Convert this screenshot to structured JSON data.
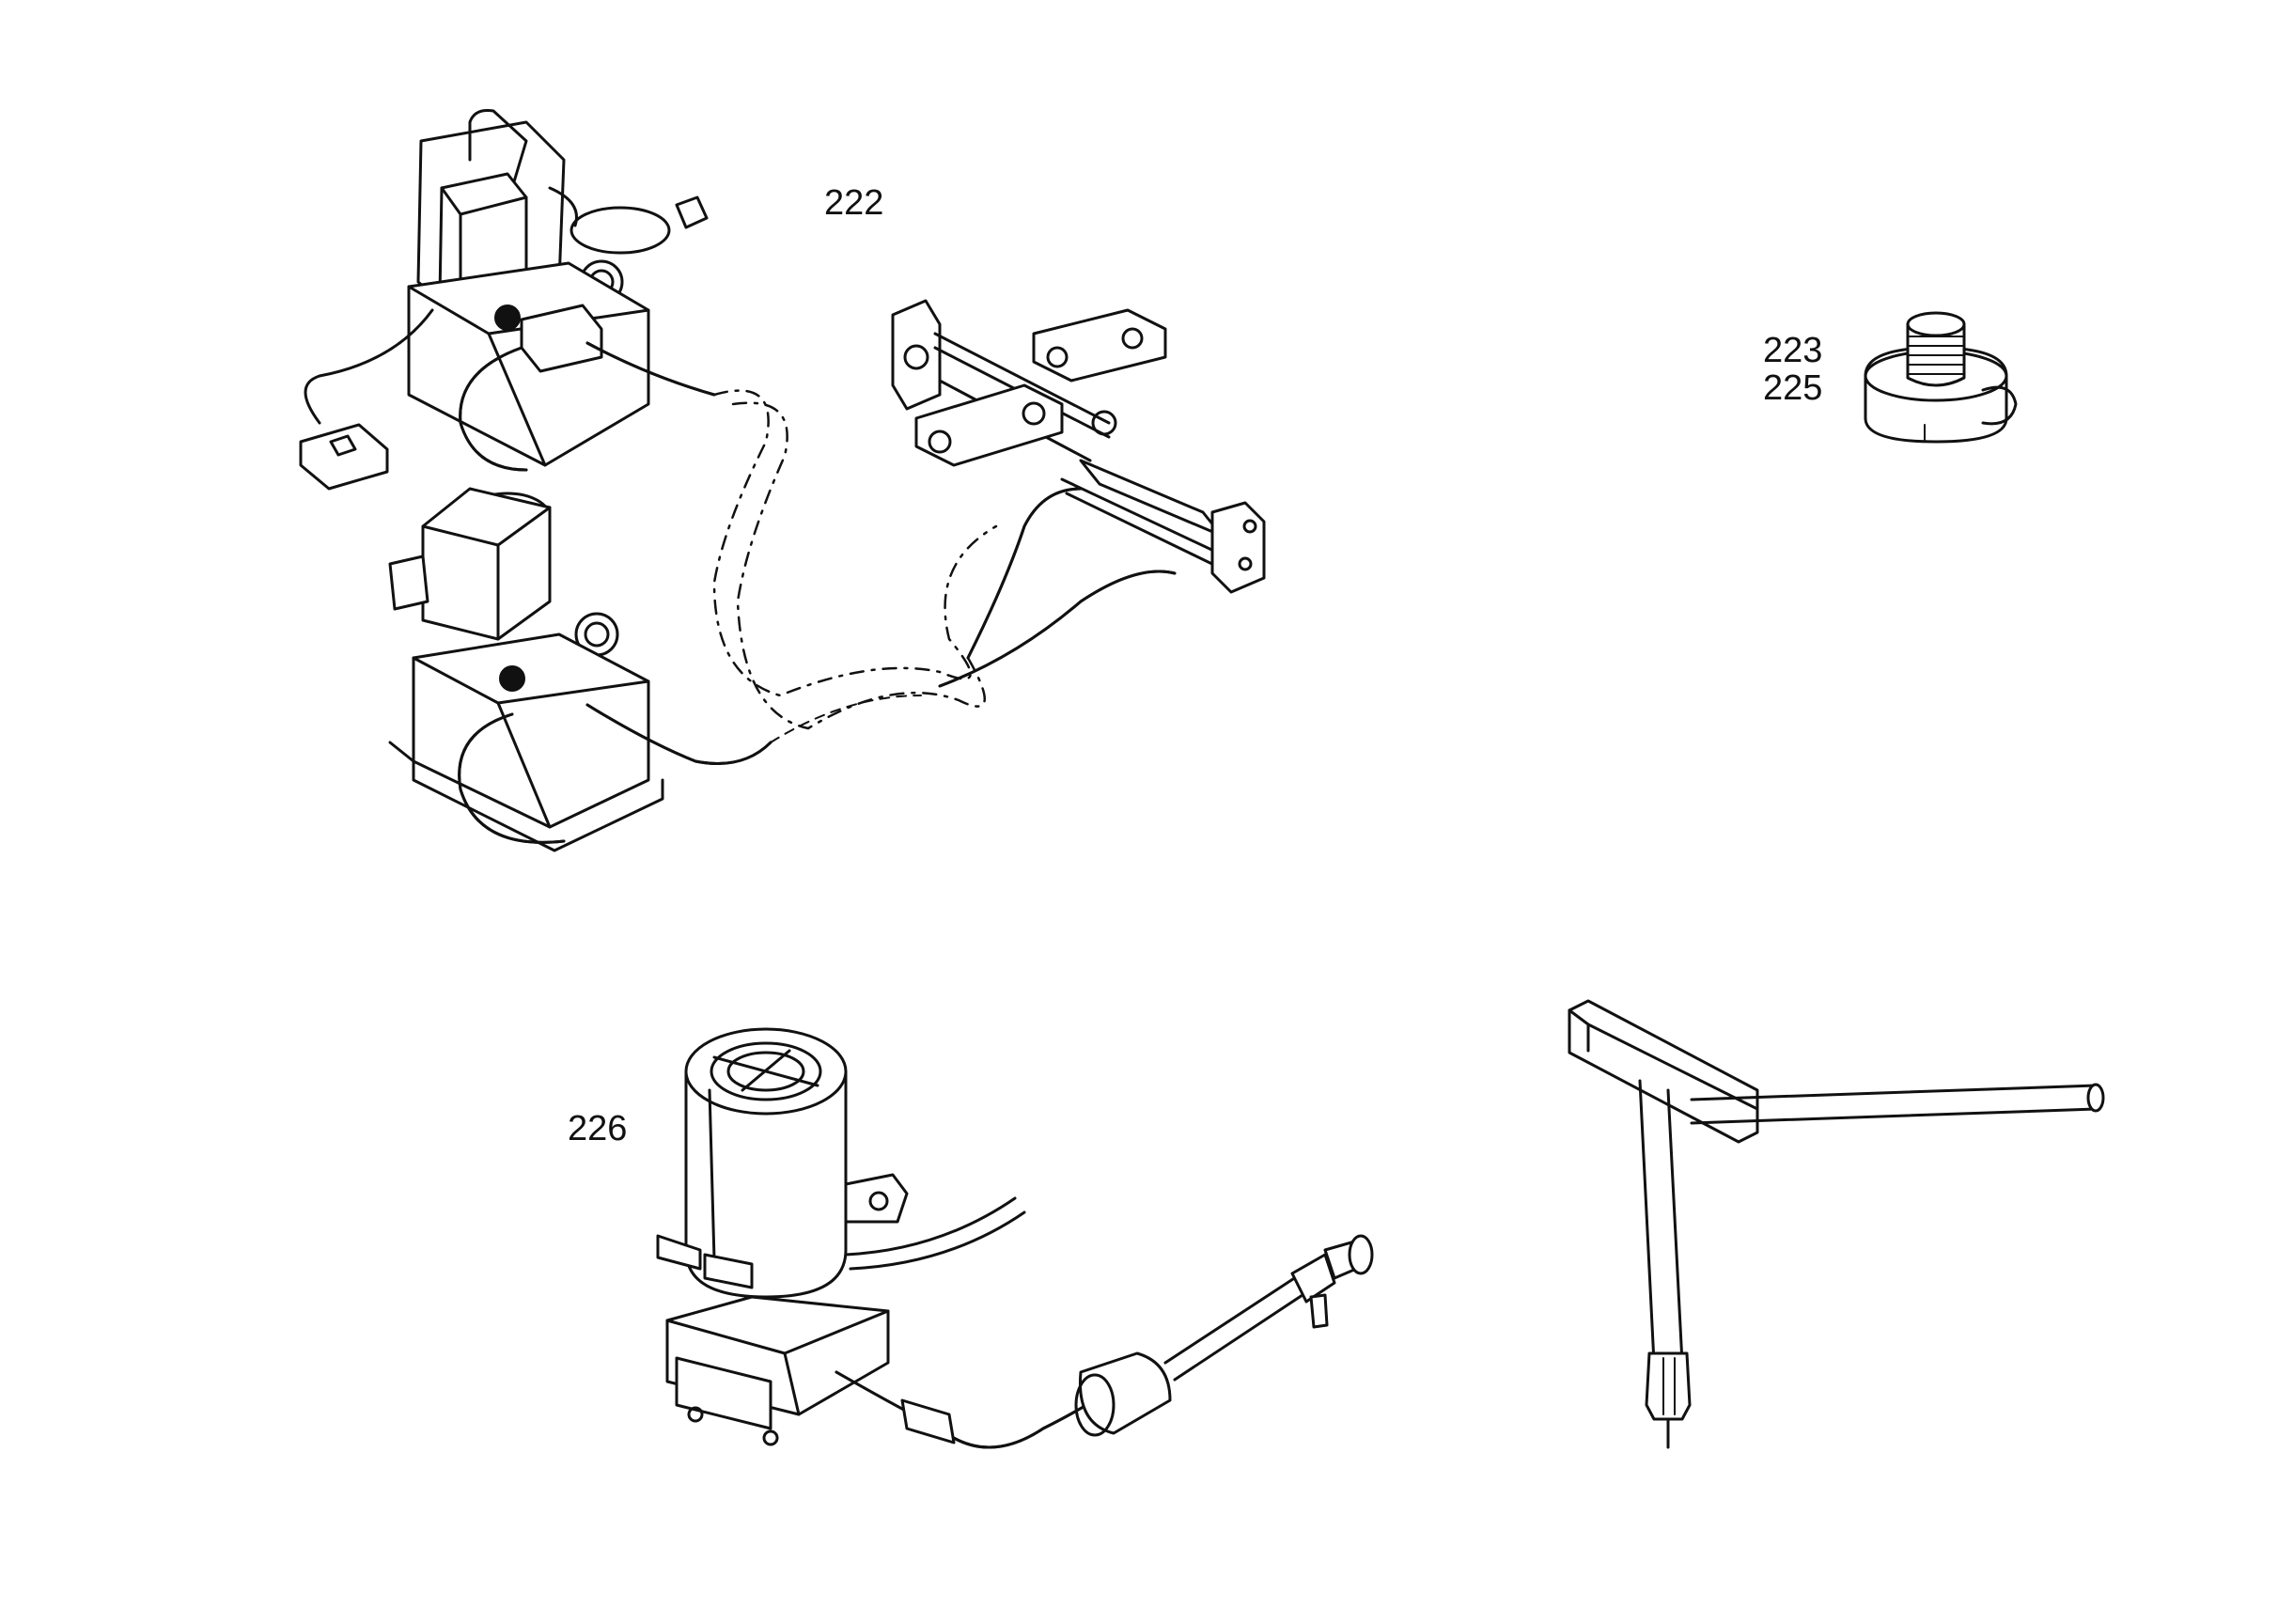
{
  "diagram": {
    "callouts": [
      {
        "id": "hydraulic-pump-set",
        "label": "222"
      },
      {
        "id": "threaded-adapter-a",
        "label": "223"
      },
      {
        "id": "threaded-adapter-b",
        "label": "225"
      },
      {
        "id": "electric-pump-unit",
        "label": "226"
      }
    ]
  },
  "colors": {
    "ink": "#111111",
    "background": "#ffffff"
  }
}
